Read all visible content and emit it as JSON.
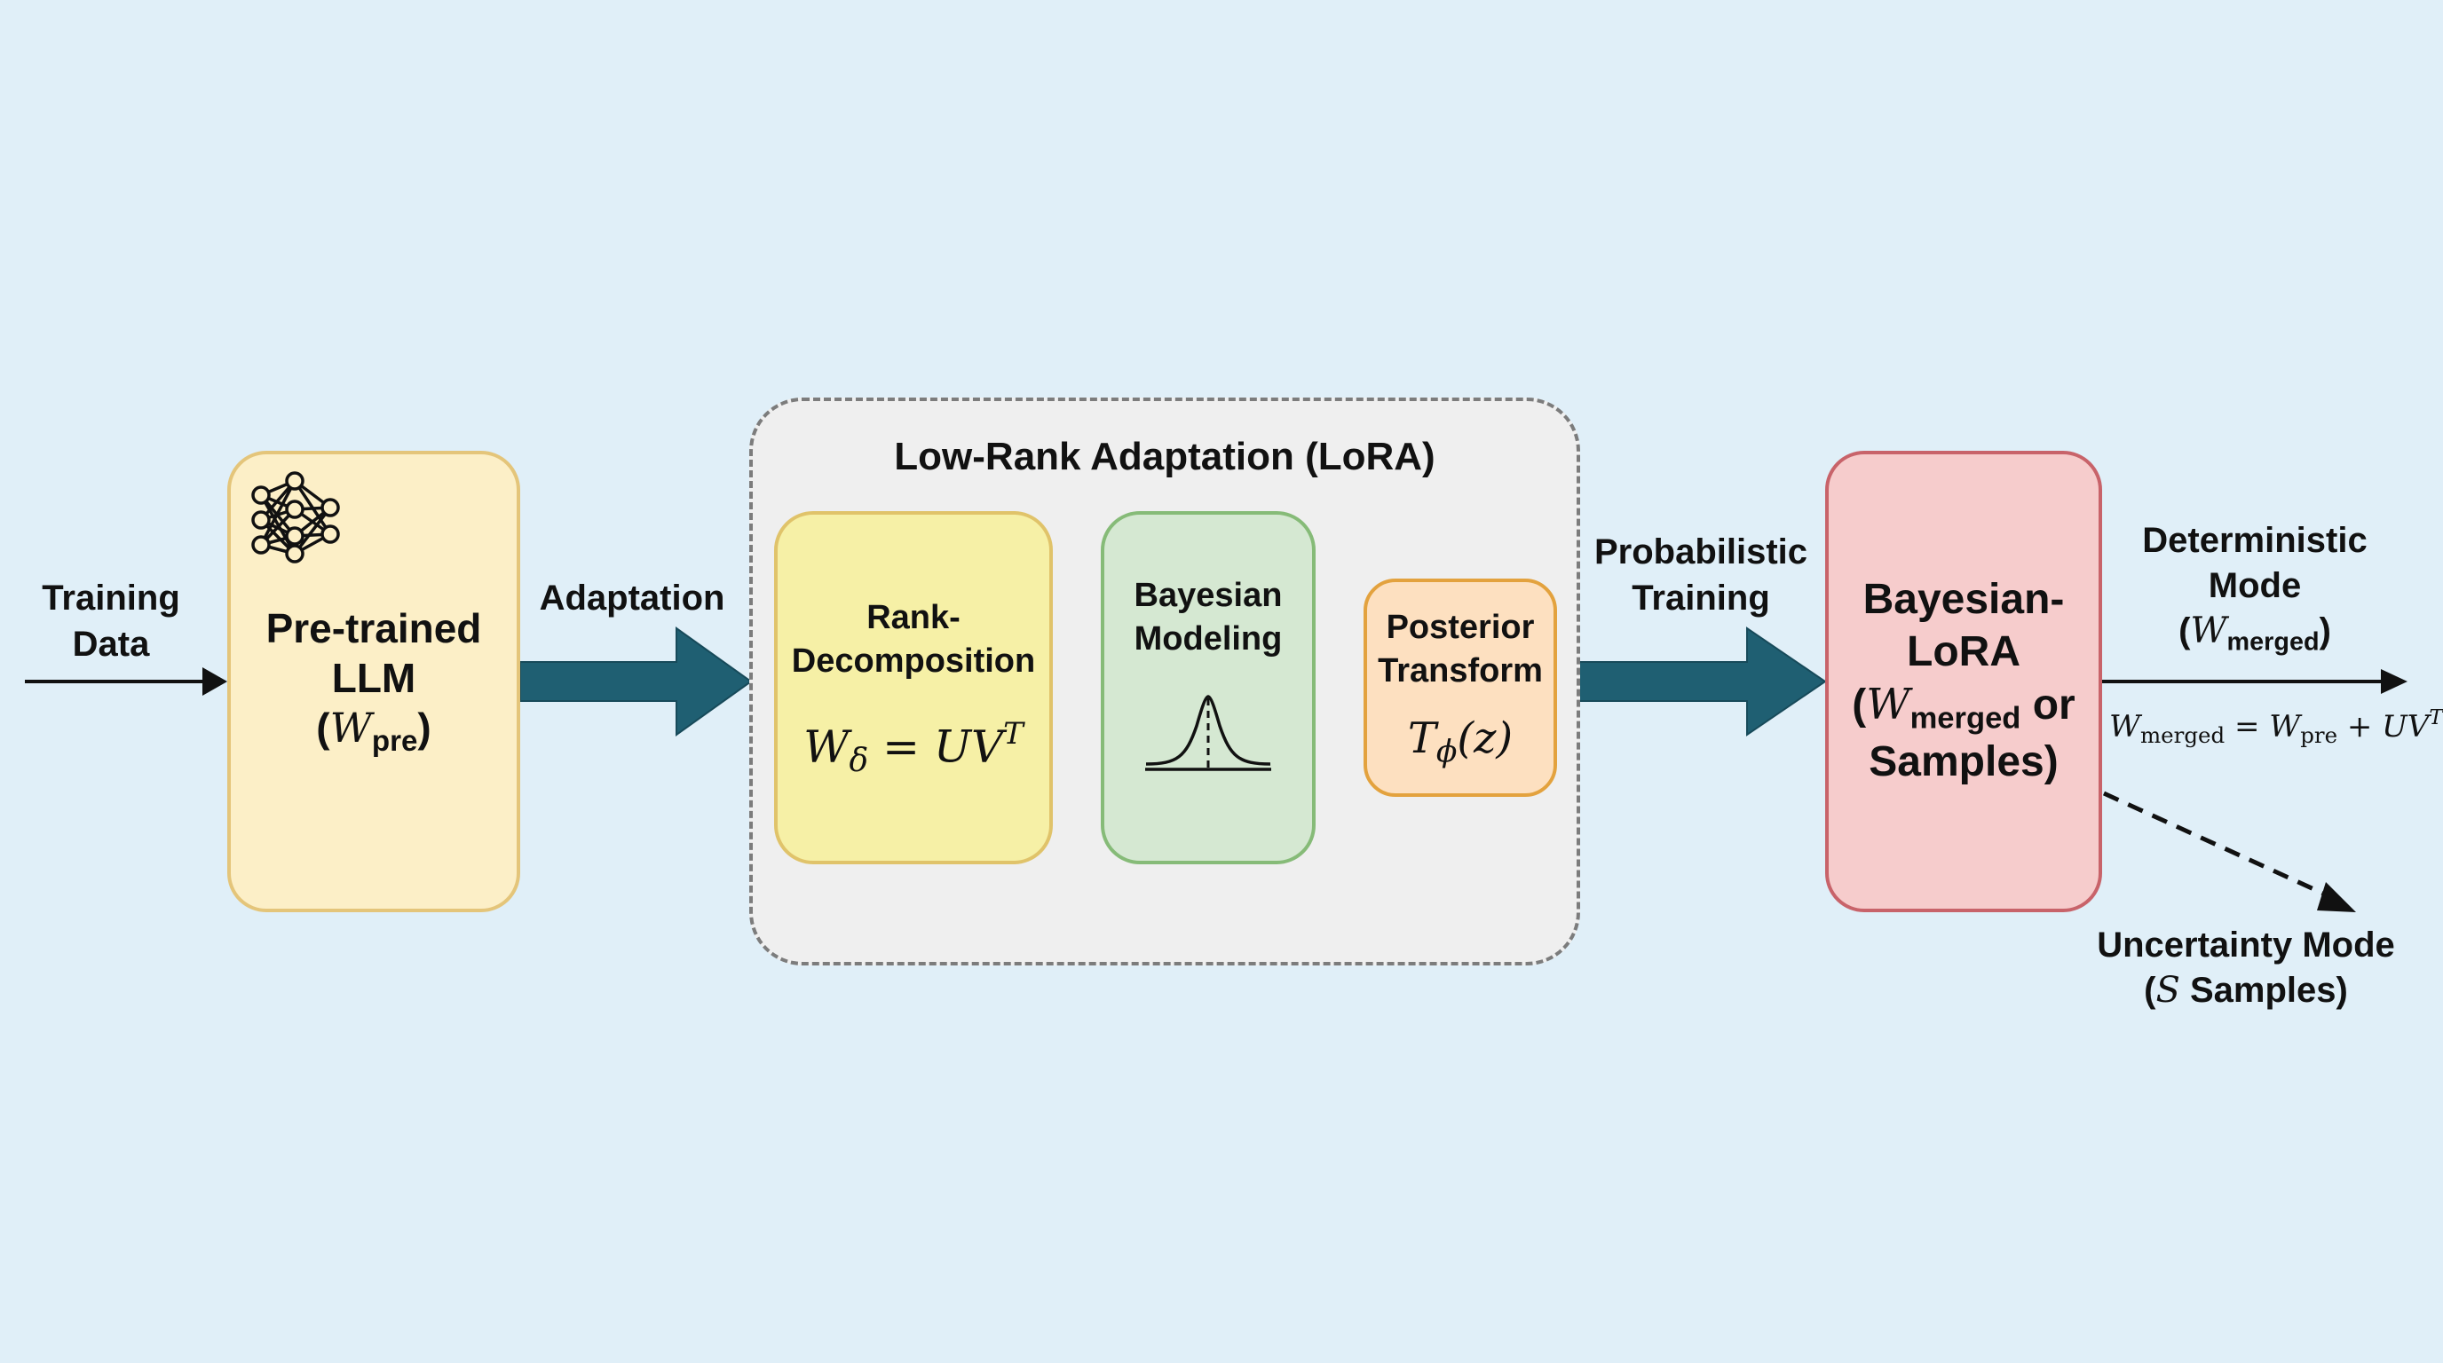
{
  "background_color": "#e0eff8",
  "inputs": {
    "training_data": [
      "Training",
      "Data"
    ]
  },
  "pretrained": {
    "line1": "Pre-trained",
    "line2": "LLM",
    "symbol_open": "(",
    "symbol": "W",
    "subscript": "pre",
    "symbol_close": ")",
    "icon": "neural-network-icon",
    "fill": "#fcefc7",
    "border": "#e4c57a"
  },
  "arrows": {
    "adaptation_label": "Adaptation",
    "probabilistic_label": [
      "Probabilistic",
      "Training"
    ],
    "thick_arrow_color": "#1f5f72"
  },
  "lora_group": {
    "title": "Low-Rank Adaptation (LoRA)",
    "fill": "#efefef",
    "border": "#7c7c7c",
    "rank_decomposition": {
      "line1": "Rank-",
      "line2": "Decomposition",
      "formula_W": "W",
      "formula_sub": "δ",
      "formula_rhs": " = UV",
      "formula_sup": "T",
      "fill": "#f6f0a6",
      "border": "#e0c36a"
    },
    "bayesian_modeling": {
      "line1": "Bayesian",
      "line2": "Modeling",
      "icon": "gaussian-curve-icon",
      "fill": "#d5e8d2",
      "border": "#86bb78"
    },
    "posterior_transform": {
      "line1": "Posterior",
      "line2": "Transform",
      "formula_T": "T",
      "formula_sub": "ϕ",
      "formula_rest": "(z)",
      "fill": "#fde0c0",
      "border": "#e3a23e"
    }
  },
  "bayesian_lora": {
    "line1": "Bayesian-",
    "line2": "LoRA",
    "line3_open": "(",
    "line3_W": "W",
    "line3_sub": "merged",
    "line3_or": " or",
    "line4": "Samples)",
    "fill": "#f6cccc",
    "border": "#c8636a"
  },
  "outputs": {
    "deterministic": {
      "line1": "Deterministic",
      "line2": "Mode",
      "open": "(",
      "W": "W",
      "sub": "merged",
      "close": ")",
      "formula_W": "W",
      "formula_sub1": "merged",
      "formula_eq": " = W",
      "formula_sub2": "pre",
      "formula_plus": " + UV",
      "formula_sup": "T"
    },
    "uncertainty": {
      "line1": "Uncertainty Mode",
      "open": "(",
      "S": "S",
      "rest": " Samples)"
    }
  }
}
